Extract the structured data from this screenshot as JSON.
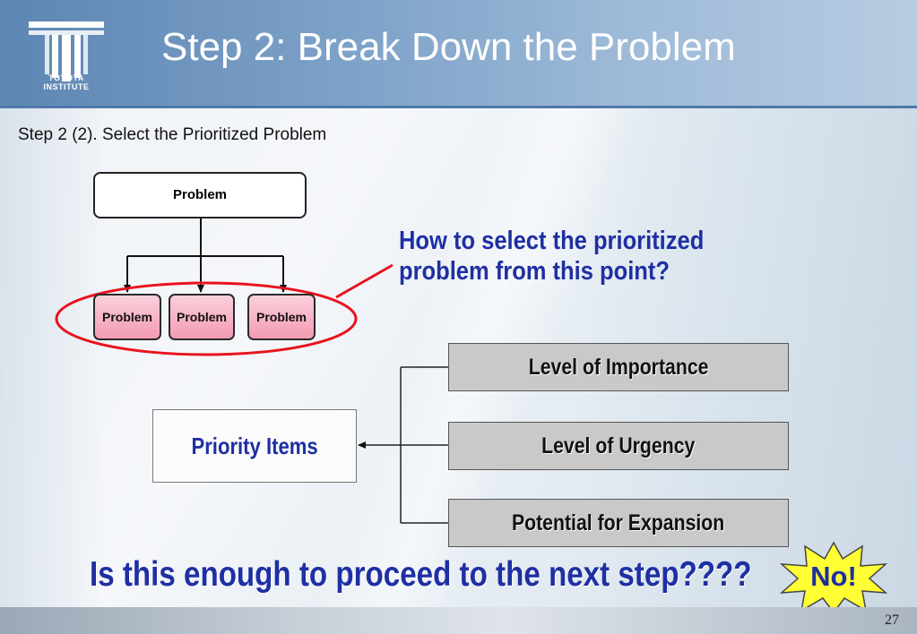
{
  "header": {
    "title": "Step 2: Break Down the Problem",
    "logo_text_line1": "TOYOTA",
    "logo_text_line2": "INSTITUTE"
  },
  "subtitle": "Step 2 (2). Select the Prioritized Problem",
  "tree": {
    "root": "Problem",
    "children": [
      "Problem",
      "Problem",
      "Problem"
    ]
  },
  "question": {
    "line1": "How to select the prioritized",
    "line2": "problem from this point?"
  },
  "priority": {
    "label": "Priority Items",
    "criteria": [
      "Level of Importance",
      "Level of Urgency",
      "Potential for Expansion"
    ]
  },
  "bottom_question": "Is this enough to proceed to the next step????",
  "answer": "No!",
  "page_number": "27",
  "colors": {
    "header_blue": "#6a90bb",
    "text_blue": "#1f2fa3",
    "highlight_red": "#e8131f",
    "child_pink": "#f39bb3",
    "burst_yellow": "#ffff33"
  }
}
